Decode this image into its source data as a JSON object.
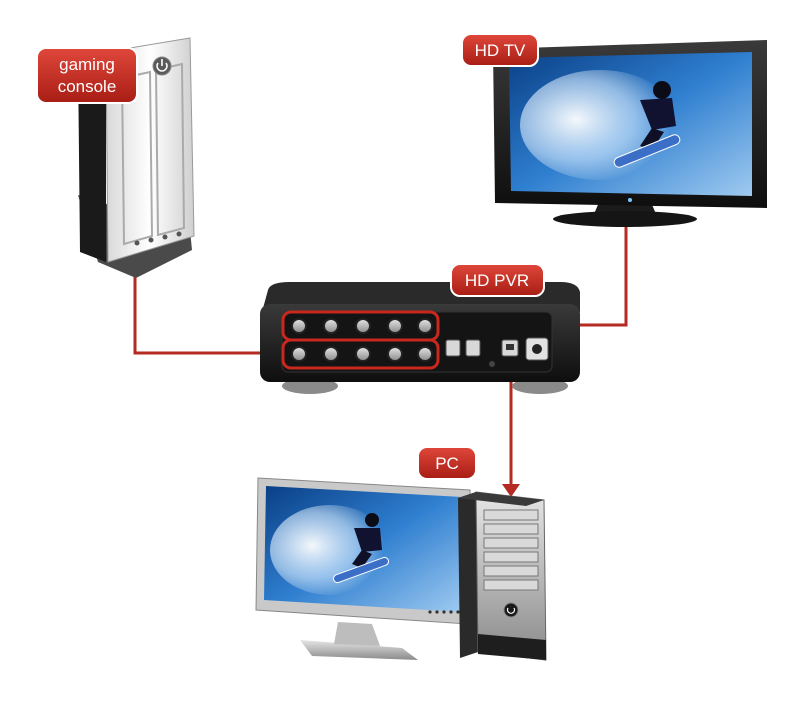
{
  "labels": {
    "gaming_console": [
      "gaming",
      "console"
    ],
    "hd_tv": "HD TV",
    "hd_pvr": "HD PVR",
    "pc": "PC"
  },
  "colors": {
    "label_red": "#c8281e",
    "cable_red": "#b52a22",
    "device_dark": "#1c1c1c",
    "sky_blue": "#2f7fd0"
  },
  "icons": {
    "console": "gaming-console-icon",
    "tv": "hd-tv-icon",
    "pvr": "hd-pvr-icon",
    "monitor": "pc-monitor-icon",
    "tower": "pc-tower-icon"
  }
}
